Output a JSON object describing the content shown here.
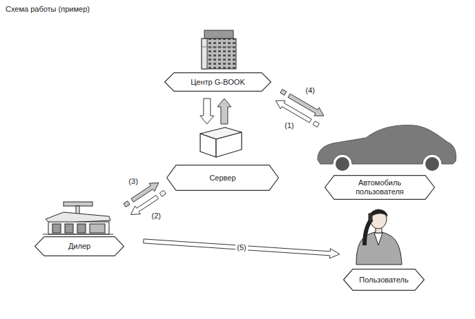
{
  "diagram": {
    "title": "Схема работы (пример)",
    "nodes": [
      {
        "text": [
          "Центр G-BOOK"
        ]
      },
      {
        "text": [
          "Сервер"
        ]
      },
      {
        "text": [
          "Автомобиль пользователя"
        ]
      },
      {
        "text": [
          "Дилер"
        ]
      },
      {
        "text": [
          "Пользователь"
        ]
      }
    ],
    "edges": [
      {
        "from": 0,
        "to": 1,
        "arrow": "to"
      },
      {
        "from": 1,
        "to": 0,
        "arrow": "to"
      },
      {
        "from": 2,
        "to": 0,
        "label": "(1)",
        "arrow": "to"
      },
      {
        "from": 0,
        "to": 2,
        "label": "(4)",
        "arrow": "to"
      },
      {
        "from": 1,
        "to": 3,
        "label": "(2)",
        "arrow": "to"
      },
      {
        "from": 3,
        "to": 1,
        "label": "(3)",
        "arrow": "to"
      },
      {
        "from": 3,
        "to": 4,
        "label": "(5)",
        "arrow": "to"
      }
    ]
  }
}
